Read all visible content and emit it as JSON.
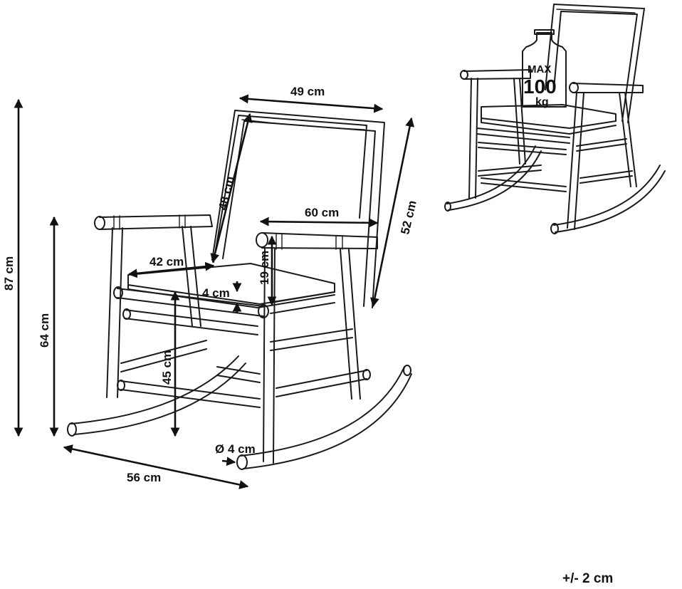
{
  "dimensions": {
    "back_width": "49 cm",
    "back_height": "48 cm",
    "arm_depth": "60 cm",
    "side_height": "52 cm",
    "seat_depth": "42 cm",
    "cushion_thickness": "4 cm",
    "arm_height_above_seat": "19 cm",
    "seat_height": "45 cm",
    "total_height": "87 cm",
    "arm_height": "64 cm",
    "rocker_length": "56 cm",
    "tube_diameter": "Ø 4 cm"
  },
  "load_badge": {
    "max": "MAX",
    "value": "100",
    "unit": "kg"
  },
  "tolerance": "+/- 2 cm"
}
